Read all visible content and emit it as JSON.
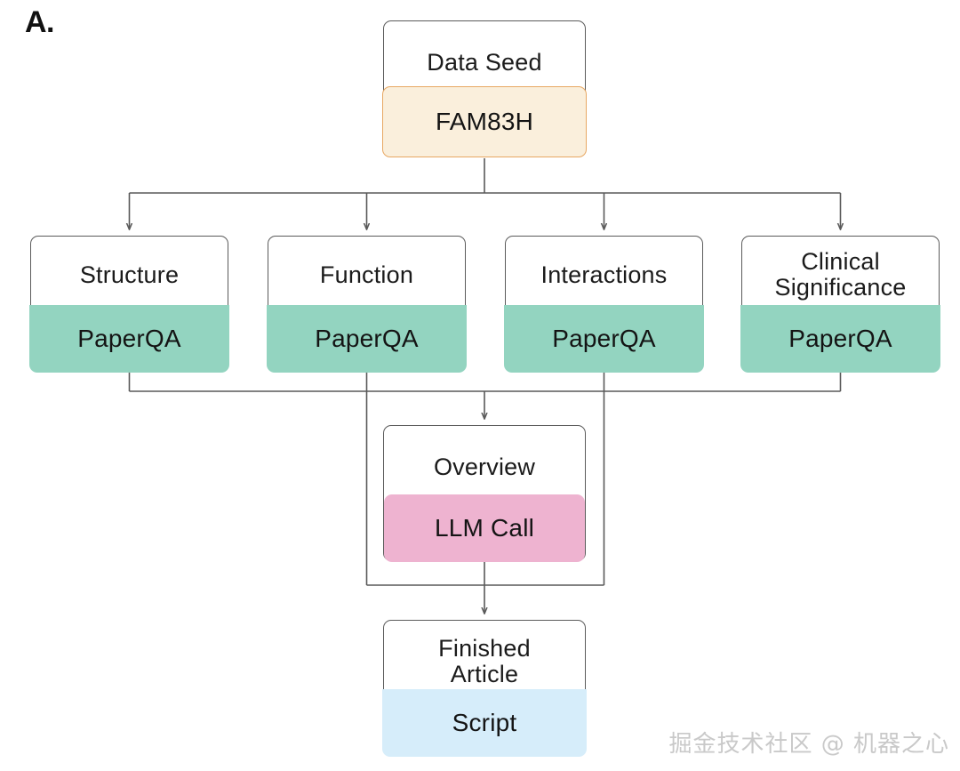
{
  "panel": {
    "label": "A."
  },
  "colors": {
    "seed_fill": "#faefdc",
    "seed_border": "#e8a863",
    "paperqa_fill": "#93d4c0",
    "llm_fill": "#eeb3d0",
    "script_fill": "#d6edfa",
    "box_border": "#5b5b5b",
    "connector": "#595959",
    "background": "#ffffff",
    "text": "#1b1b1b",
    "watermark": "#c9c9c9"
  },
  "nodes": {
    "seed": {
      "title": "Data Seed",
      "body": "FAM83H"
    },
    "structure": {
      "title": "Structure",
      "body": "PaperQA"
    },
    "function": {
      "title": "Function",
      "body": "PaperQA"
    },
    "interactions": {
      "title": "Interactions",
      "body": "PaperQA"
    },
    "clinical": {
      "title": "Clinical\nSignificance",
      "body": "PaperQA"
    },
    "overview": {
      "title": "Overview",
      "body": "LLM Call"
    },
    "finished": {
      "title": "Finished\nArticle",
      "body": "Script"
    }
  },
  "watermark": {
    "text": "掘金技术社区 @ 机器之心"
  },
  "chart_data": {
    "type": "diagram",
    "title": "A.",
    "description": "Agentic pipeline flowchart: a data seed fans out into four parallel PaperQA sub-queries which merge into an LLM-call overview step and finally a script-produced finished article.",
    "node_list": [
      {
        "id": "seed",
        "title": "Data Seed",
        "body": "FAM83H",
        "body_kind": "seed",
        "fill": "#faefdc"
      },
      {
        "id": "structure",
        "title": "Structure",
        "body": "PaperQA",
        "body_kind": "tool",
        "fill": "#93d4c0"
      },
      {
        "id": "function",
        "title": "Function",
        "body": "PaperQA",
        "body_kind": "tool",
        "fill": "#93d4c0"
      },
      {
        "id": "interactions",
        "title": "Interactions",
        "body": "PaperQA",
        "body_kind": "tool",
        "fill": "#93d4c0"
      },
      {
        "id": "clinical",
        "title": "Clinical Significance",
        "body": "PaperQA",
        "body_kind": "tool",
        "fill": "#93d4c0"
      },
      {
        "id": "overview",
        "title": "Overview",
        "body": "LLM Call",
        "body_kind": "llm",
        "fill": "#eeb3d0"
      },
      {
        "id": "finished",
        "title": "Finished Article",
        "body": "Script",
        "body_kind": "output",
        "fill": "#d6edfa"
      }
    ],
    "edges": [
      {
        "from": "seed",
        "to": "structure",
        "style": "orthogonal-fanout",
        "arrow": true
      },
      {
        "from": "seed",
        "to": "function",
        "style": "orthogonal-fanout",
        "arrow": true
      },
      {
        "from": "seed",
        "to": "interactions",
        "style": "orthogonal-fanout",
        "arrow": true
      },
      {
        "from": "seed",
        "to": "clinical",
        "style": "orthogonal-fanout",
        "arrow": true
      },
      {
        "from": "structure",
        "to": "overview",
        "style": "orthogonal-merge",
        "arrow": true
      },
      {
        "from": "function",
        "to": "overview",
        "style": "orthogonal-merge",
        "arrow": true
      },
      {
        "from": "interactions",
        "to": "overview",
        "style": "orthogonal-merge",
        "arrow": true
      },
      {
        "from": "clinical",
        "to": "overview",
        "style": "orthogonal-merge",
        "arrow": true
      },
      {
        "from": "overview",
        "to": "finished",
        "style": "straight",
        "arrow": true
      }
    ],
    "levels": [
      [
        "seed"
      ],
      [
        "structure",
        "function",
        "interactions",
        "clinical"
      ],
      [
        "overview"
      ],
      [
        "finished"
      ]
    ]
  }
}
